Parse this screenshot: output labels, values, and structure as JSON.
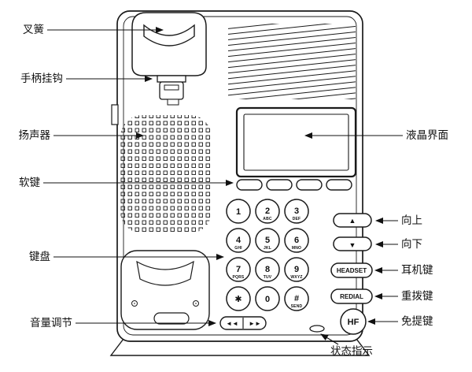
{
  "diagram": {
    "labels_left": [
      {
        "text": "叉簧"
      },
      {
        "text": "手柄挂钩"
      },
      {
        "text": "扬声器"
      },
      {
        "text": "软键"
      },
      {
        "text": "键盘"
      },
      {
        "text": "音量调节"
      }
    ],
    "labels_right": [
      {
        "text": "液晶界面"
      },
      {
        "text": "向上"
      },
      {
        "text": "向下"
      },
      {
        "text": "耳机键"
      },
      {
        "text": "重拨键"
      },
      {
        "text": "免提键"
      },
      {
        "text": "状态指示"
      }
    ],
    "buttons": {
      "up_icon": "▲",
      "down_icon": "▼",
      "headset": "HEADSET",
      "redial": "REDIAL",
      "handsfree": "HF",
      "vol_down": "◄◄",
      "vol_up": "►►"
    },
    "keypad": {
      "keys": [
        {
          "d": "1",
          "l": ""
        },
        {
          "d": "2",
          "l": "ABC"
        },
        {
          "d": "3",
          "l": "DEF"
        },
        {
          "d": "4",
          "l": "GHI"
        },
        {
          "d": "5",
          "l": "JKL"
        },
        {
          "d": "6",
          "l": "MNO"
        },
        {
          "d": "7",
          "l": "PQRS"
        },
        {
          "d": "8",
          "l": "TUV"
        },
        {
          "d": "9",
          "l": "WXYZ"
        },
        {
          "d": "✱",
          "l": ""
        },
        {
          "d": "0",
          "l": ""
        },
        {
          "d": "#",
          "l": "SEND"
        }
      ]
    },
    "colors": {
      "line": "#1a1a1a",
      "background": "#ffffff"
    }
  }
}
